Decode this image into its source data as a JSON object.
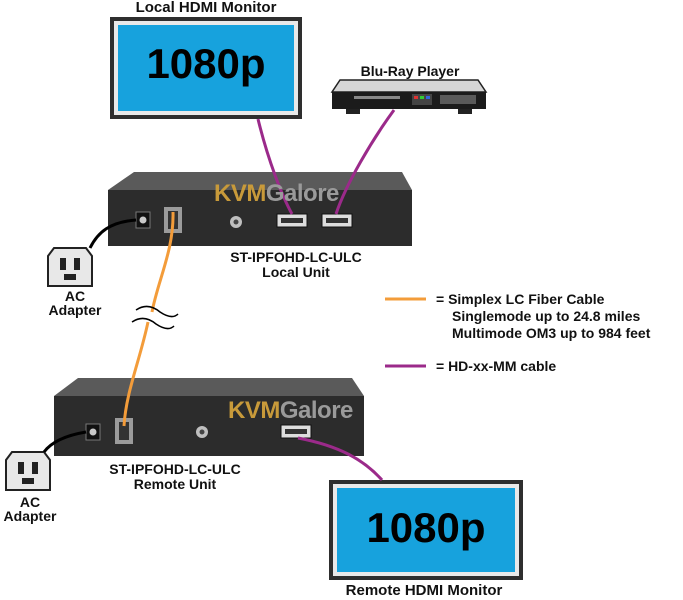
{
  "colors": {
    "fiber": "#f39c3a",
    "hdmi": "#9b2a8a",
    "screen": "#17a2dd",
    "unit": "#2c2c2c",
    "watermark_kvm": "#c89a3a",
    "watermark_galore": "#9a9a9a"
  },
  "monitors": {
    "local": {
      "label": "Local HDMI Monitor",
      "resolution": "1080p"
    },
    "remote": {
      "label": "Remote HDMI Monitor",
      "resolution": "1080p"
    }
  },
  "player": {
    "label": "Blu-Ray Player"
  },
  "units": {
    "local": {
      "model": "ST-IPFOHD-LC-ULC",
      "role": "Local Unit"
    },
    "remote": {
      "model": "ST-IPFOHD-LC-ULC",
      "role": "Remote Unit"
    }
  },
  "watermark": {
    "part1": "KVM",
    "part2": "Galore"
  },
  "adapters": {
    "local": {
      "line1": "AC",
      "line2": "Adapter"
    },
    "remote": {
      "line1": "AC",
      "line2": "Adapter"
    }
  },
  "legend": {
    "fiber": {
      "line1": "= Simplex LC Fiber Cable",
      "line2": "Singlemode up to 24.8 miles",
      "line3": "Multimode OM3 up to 984 feet"
    },
    "hdmi": {
      "line1": "= HD-xx-MM cable"
    }
  }
}
